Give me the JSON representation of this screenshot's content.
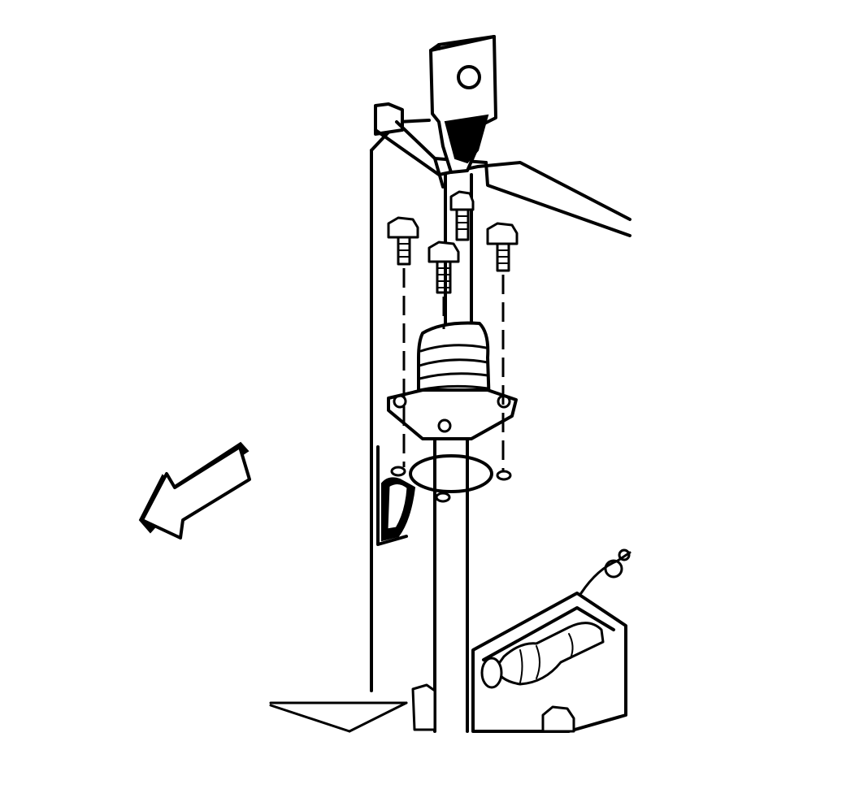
{
  "figure": {
    "kind": "technical line illustration",
    "colors": {
      "line": "#000000",
      "background": "#ffffff"
    },
    "components": [
      "steering-shaft-yoke",
      "frame-panel",
      "boot-seal",
      "seal-flange",
      "mounting-bolts",
      "steering-gear",
      "direction-arrow",
      "pointer-leader"
    ]
  }
}
